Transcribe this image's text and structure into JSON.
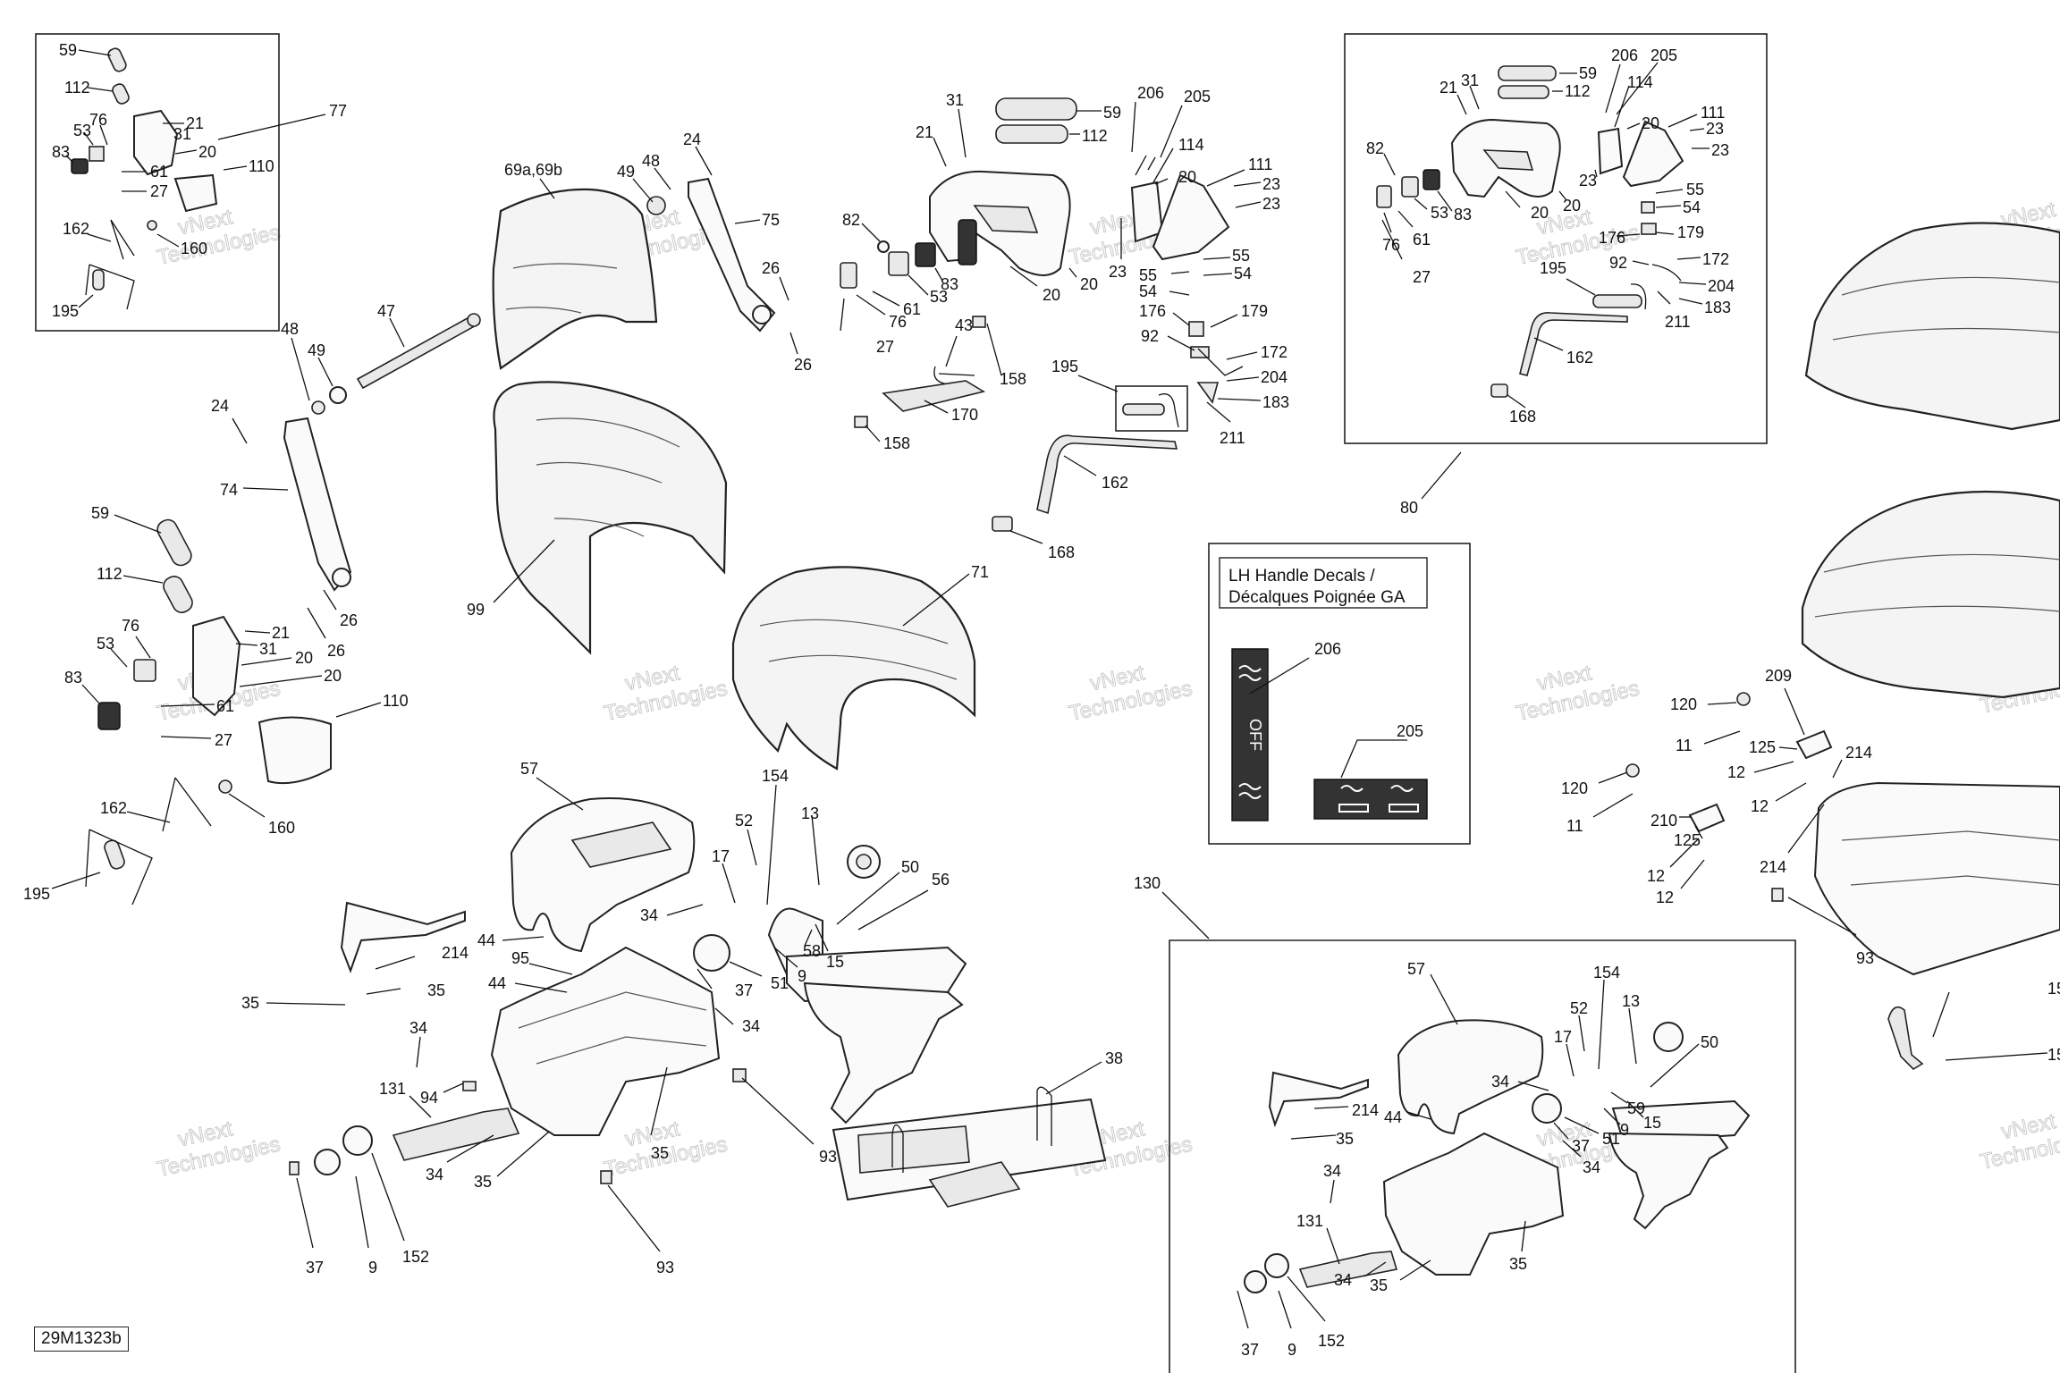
{
  "diagram_code": "29M1323b",
  "watermark_lines": [
    "vNext",
    "Technologies"
  ],
  "decals": {
    "title_line1": "LH Handle Decals /",
    "title_line2": "Décalques Poignée GA",
    "decal_206_text": "OFF"
  },
  "callouts": {
    "tl": {
      "c59": "59",
      "c112": "112",
      "c21": "21",
      "c31": "31",
      "c53": "53",
      "c76": "76",
      "c20": "20",
      "c83": "83",
      "c61": "61",
      "c27": "27",
      "c110": "110",
      "c162": "162",
      "c160": "160",
      "c195": "195",
      "c77": "77"
    },
    "main": {
      "c69": "69a,69b",
      "c49a": "49",
      "c48a": "48",
      "c24a": "24",
      "c75": "75",
      "c26a": "26",
      "c26b": "26",
      "c47": "47",
      "c48b": "48",
      "c49b": "49",
      "c24b": "24",
      "c74": "74",
      "c99": "99",
      "c59": "59",
      "c112": "112",
      "c76": "76",
      "c21": "21",
      "c31": "31",
      "c53": "53",
      "c20a": "20",
      "c20b": "20",
      "c26c": "26",
      "c26d": "26",
      "c83": "83",
      "c61": "61",
      "c27": "27",
      "c110": "110",
      "c162": "162",
      "c160": "160",
      "c195": "195",
      "c71": "71"
    },
    "handle": {
      "c31": "31",
      "c21": "21",
      "c59": "59",
      "c112": "112",
      "c206": "206",
      "c205": "205",
      "c114": "114",
      "c111": "111",
      "c82": "82",
      "c20a": "20",
      "c23a": "23",
      "c23b": "23",
      "c23c": "23",
      "c53": "53",
      "c83": "83",
      "c61": "61",
      "c76": "76",
      "c20b": "20",
      "c20c": "20",
      "c55a": "55",
      "c55b": "55",
      "c54a": "54",
      "c54b": "54",
      "c27": "27",
      "c43": "43",
      "c158a": "158",
      "c158b": "158",
      "c170": "170",
      "c176": "176",
      "c179": "179",
      "c92": "92",
      "c172": "172",
      "c204": "204",
      "c183": "183",
      "c211": "211",
      "c195": "195",
      "c162": "162",
      "c168": "168"
    },
    "tr": {
      "c206": "206",
      "c205": "205",
      "c59": "59",
      "c112": "112",
      "c21": "21",
      "c31": "31",
      "c114": "114",
      "c111": "111",
      "c20a": "20",
      "c23a": "23",
      "c23b": "23",
      "c82": "82",
      "c53": "53",
      "c83": "83",
      "c20b": "20",
      "c20c": "20",
      "c23c": "23",
      "c61": "61",
      "c76": "76",
      "c55": "55",
      "c54": "54",
      "c176": "176",
      "c179": "179",
      "c27": "27",
      "c92": "92",
      "c172": "172",
      "c204": "204",
      "c211": "211",
      "c183": "183",
      "c195": "195",
      "c162": "162",
      "c168": "168",
      "c80": "80"
    },
    "decal": {
      "c206": "206",
      "c205": "205"
    },
    "lower": {
      "c57": "57",
      "c154": "154",
      "c52": "52",
      "c13": "13",
      "c17": "17",
      "c50": "50",
      "c56": "56",
      "c34a": "34",
      "c44a": "44",
      "c58": "58",
      "c15": "15",
      "c214": "214",
      "c95": "95",
      "c9a": "9",
      "c35a": "35",
      "c35b": "35",
      "c37a": "37",
      "c51": "51",
      "c44b": "44",
      "c34b": "34",
      "c34c": "34",
      "c94": "94",
      "c131": "131",
      "c38": "38",
      "c35c": "35",
      "c93a": "93",
      "c34d": "34",
      "c35d": "35",
      "c93b": "93",
      "c37b": "37",
      "c9b": "9",
      "c152": "152"
    },
    "brk": {
      "c130": "130",
      "c57": "57",
      "c154": "154",
      "c52": "52",
      "c13": "13",
      "c17": "17",
      "c50": "50",
      "c34a": "34",
      "c214": "214",
      "c44": "44",
      "c35a": "35",
      "c59": "59",
      "c15": "15",
      "c9a": "9",
      "c51": "51",
      "c37a": "37",
      "c34b": "34",
      "c34c": "34",
      "c131": "131",
      "c34d": "34",
      "c35b": "35",
      "c35c": "35",
      "c37b": "37",
      "c9b": "9",
      "c152": "152"
    },
    "right": {
      "c209": "209",
      "c120a": "120",
      "c11a": "11",
      "c125a": "125",
      "c214a": "214",
      "c12a": "12",
      "c12b": "12",
      "c120b": "120",
      "c11b": "11",
      "c210": "210",
      "c125b": "125",
      "c214b": "214",
      "c12c": "12",
      "c12d": "12",
      "c93": "93",
      "c15a": "15",
      "c15b": "15"
    }
  }
}
